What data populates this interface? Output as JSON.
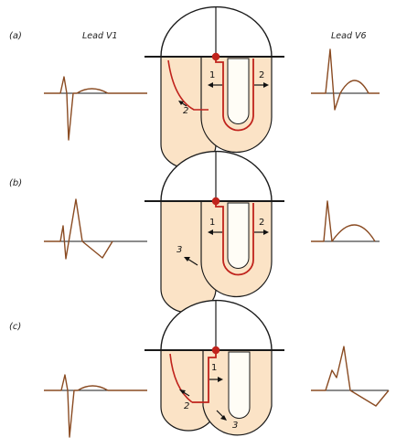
{
  "header": {
    "left_lead": "Lead V1",
    "right_lead": "Lead V6"
  },
  "panels": [
    {
      "label": "(a)",
      "arrow_labels": [
        "1",
        "2",
        "2"
      ]
    },
    {
      "label": "(b)",
      "arrow_labels": [
        "1",
        "2",
        "3"
      ]
    },
    {
      "label": "(c)",
      "arrow_labels": [
        "1",
        "2",
        "3"
      ]
    }
  ],
  "colors": {
    "tissue": "#fbe3c6",
    "conduction": "#c0231c",
    "waveform": "#8a4b22",
    "outline": "#1a1a1a",
    "node": "#c0231c"
  }
}
